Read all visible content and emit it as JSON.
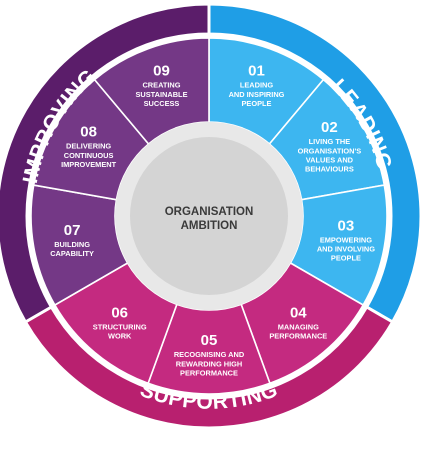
{
  "center": {
    "line1": "ORGANISATION",
    "line2": "AMBITION"
  },
  "groups": [
    {
      "label": "LEADING",
      "color": "#1f9ee6"
    },
    {
      "label": "SUPPORTING",
      "color": "#b8206f"
    },
    {
      "label": "IMPROVING",
      "color": "#5b1d6a"
    }
  ],
  "segments": [
    {
      "number": "01",
      "lines": [
        "LEADING",
        "AND INSPIRING",
        "PEOPLE"
      ],
      "color": "#3db6f0"
    },
    {
      "number": "02",
      "lines": [
        "LIVING THE",
        "ORGANISATION'S",
        "VALUES AND",
        "BEHAVIOURS"
      ],
      "color": "#3db6f0"
    },
    {
      "number": "03",
      "lines": [
        "EMPOWERING",
        "AND INVOLVING",
        "PEOPLE"
      ],
      "color": "#3db6f0"
    },
    {
      "number": "04",
      "lines": [
        "MANAGING",
        "PERFORMANCE"
      ],
      "color": "#c42a80"
    },
    {
      "number": "05",
      "lines": [
        "RECOGNISING AND",
        "REWARDING HIGH",
        "PERFORMANCE"
      ],
      "color": "#c42a80"
    },
    {
      "number": "06",
      "lines": [
        "STRUCTURING",
        "WORK"
      ],
      "color": "#c42a80"
    },
    {
      "number": "07",
      "lines": [
        "BUILDING",
        "CAPABILITY"
      ],
      "color": "#743886"
    },
    {
      "number": "08",
      "lines": [
        "DELIVERING",
        "CONTINUOUS",
        "IMPROVEMENT"
      ],
      "color": "#743886"
    },
    {
      "number": "09",
      "lines": [
        "CREATING",
        "SUSTAINABLE",
        "SUCCESS"
      ],
      "color": "#743886"
    }
  ]
}
